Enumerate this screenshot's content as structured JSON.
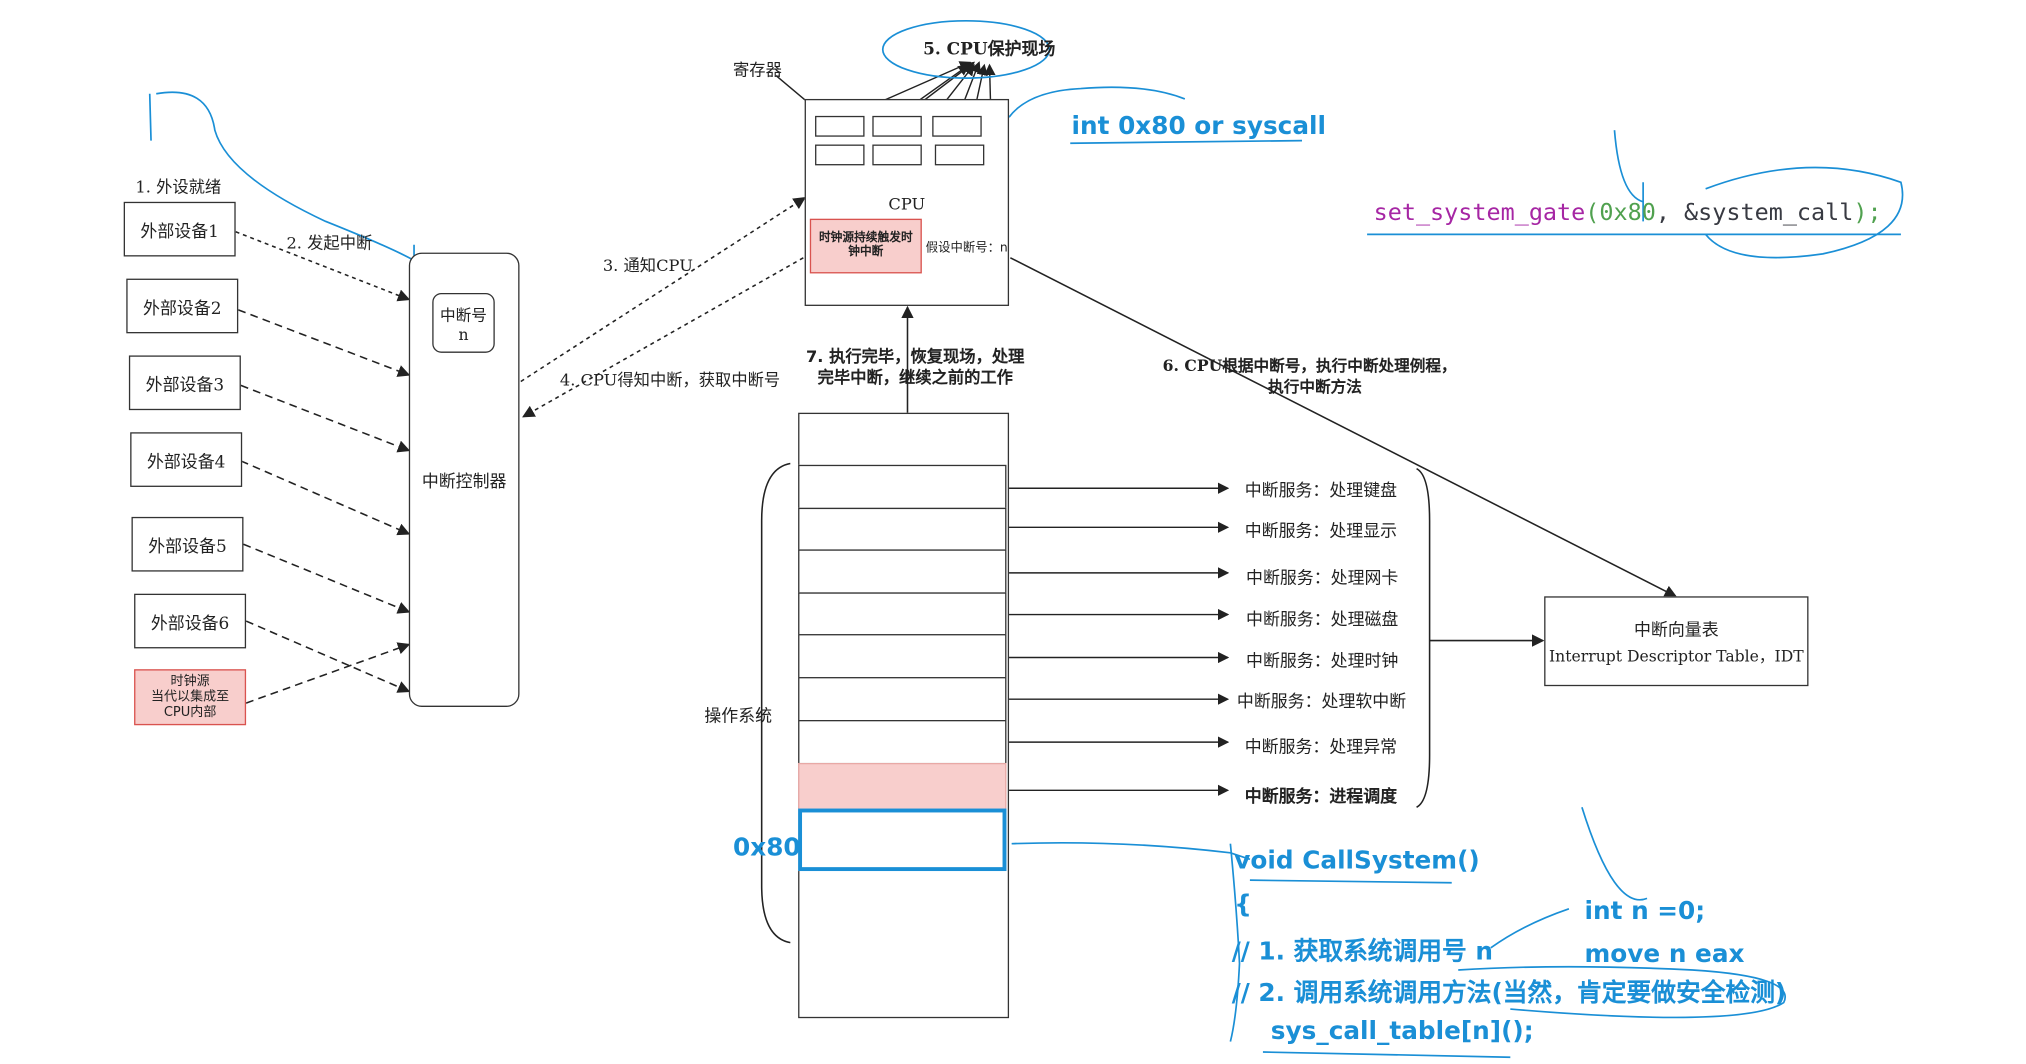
{
  "devices": {
    "step1": "1. 外设就绪",
    "items": [
      "外部设备1",
      "外部设备2",
      "外部设备3",
      "外部设备4",
      "外部设备5",
      "外部设备6"
    ],
    "clock_line1": "时钟源",
    "clock_line2": "当代以集成至",
    "clock_line3": "CPU内部"
  },
  "controller": {
    "step2": "2. 发起中断",
    "num_label": "中断号",
    "num_value": "n",
    "label": "中断控制器"
  },
  "cpu": {
    "label": "CPU",
    "register_label": "寄存器",
    "step5": "5. CPU保护现场",
    "clock_note": "时钟源持续触发时钟中断",
    "assume_note": "假设中断号：n",
    "step3": "3. 通知CPU",
    "step4": "4. CPU得知中断，获取中断号",
    "step7_line1": "7. 执行完毕，恢复现场，处理",
    "step7_line2": "完毕中断，继续之前的工作",
    "step6_line1": "6. CPU根据中断号，执行中断处理例程，",
    "step6_line2": "执行中断方法"
  },
  "os": {
    "label": "操作系统",
    "hex_label": "0x80"
  },
  "services": [
    "中断服务：处理键盘",
    "中断服务：处理显示",
    "中断服务：处理网卡",
    "中断服务：处理磁盘",
    "中断服务：处理时钟",
    "中断服务：处理软中断",
    "中断服务：处理异常",
    "中断服务：进程调度"
  ],
  "idt": {
    "title": "中断向量表",
    "subtitle": "Interrupt Descriptor Table，IDT"
  },
  "annotations": {
    "int_syscall": "int 0x80 or syscall",
    "gate_fn": "set_system_gate",
    "gate_open": "(",
    "gate_num": "0x80",
    "gate_sep": ", &system_call",
    "gate_close": ");",
    "code_line1": "void CallSystem()",
    "code_line2": "{",
    "code_line3": "// 1. 获取系统调用号 n",
    "code_line4": "// 2. 调用系统调用方法(当然，肯定要做安全检测)",
    "code_line5": "sys_call_table[n]();",
    "side_line1": "int n =0;",
    "side_line2": "move n eax"
  },
  "colors": {
    "ink": "#222222",
    "highlight_blue": "#1a8fd6",
    "clock_fill": "#f8cecc",
    "clock_border": "#d9534f",
    "code_purple": "#a626a4",
    "code_green": "#50a14f"
  }
}
